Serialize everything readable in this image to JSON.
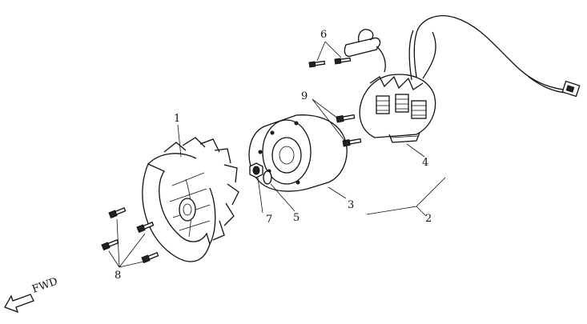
{
  "diagram": {
    "callouts": {
      "c1": "1",
      "c2": "2",
      "c3": "3",
      "c4": "4",
      "c5": "5",
      "c6": "6",
      "c7": "7",
      "c8": "8",
      "c9": "9"
    },
    "direction_label": "FWD",
    "parts": {
      "fan": "cooling-fan",
      "flywheel": "flywheel-rotor",
      "stator": "stator-coil",
      "pickup": "pulser-coil",
      "nut": "flywheel-nut",
      "washer": "washer",
      "fan_bolts": "fan-bolts",
      "stator_screws": "stator-screws",
      "pickup_screws": "pickup-screws",
      "harness": "wire-harness",
      "connector": "harness-connector"
    }
  }
}
